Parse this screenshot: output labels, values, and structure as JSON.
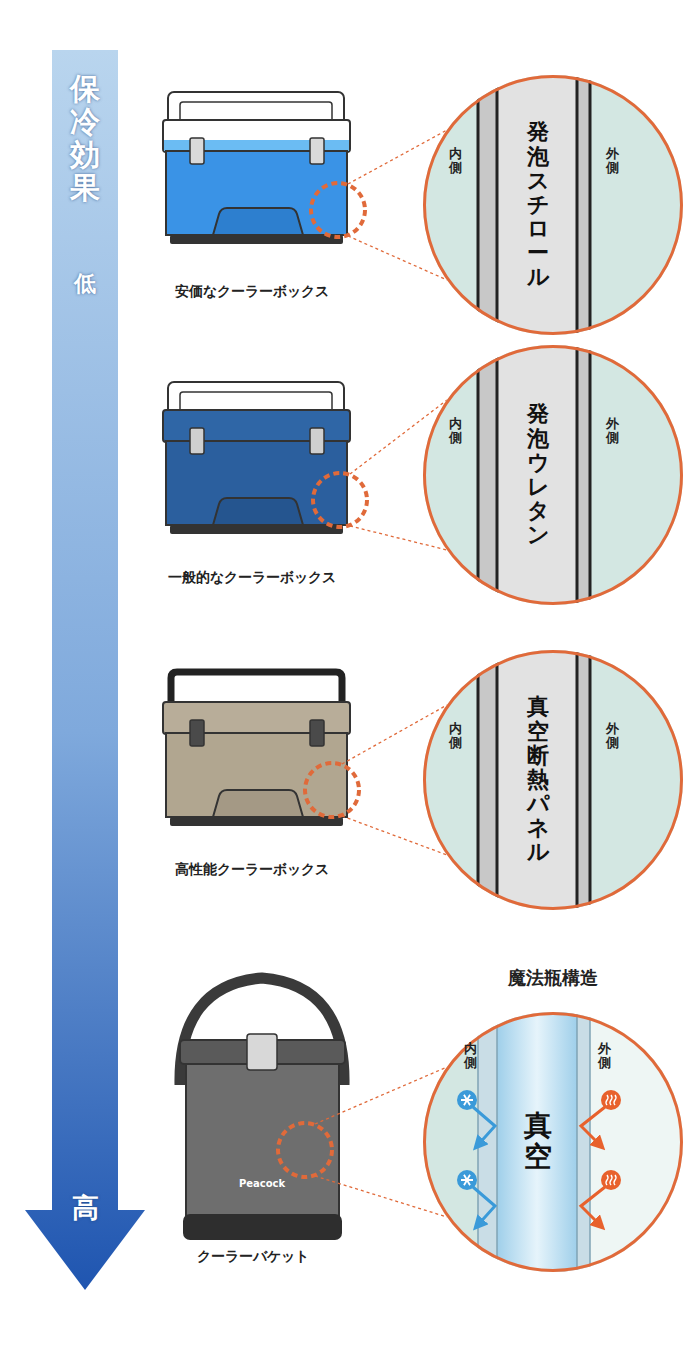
{
  "diagram": {
    "nodes": [
      {
        "text": [
          "保冷効果",
          "低",
          "高"
        ]
      },
      {
        "text": [
          "内側",
          "外側"
        ]
      },
      {
        "text": [
          "発泡スチロール"
        ],
        "in": 1
      },
      {
        "text": [
          "内側",
          "外側"
        ]
      },
      {
        "text": [
          "発泡ウレタン"
        ],
        "in": 3
      },
      {
        "text": [
          "内側",
          "外側"
        ]
      },
      {
        "text": [
          "真空断熱パネル"
        ],
        "in": 5
      },
      {
        "text": [
          "魔法瓶構造",
          "内側",
          "外側"
        ]
      },
      {
        "text": [
          "真空"
        ],
        "in": 7
      }
    ],
    "labels": [
      "安価なクーラーボックス",
      "一般的なクーラーボックス",
      "高性能クーラーボックス",
      "Peacock",
      "クーラーバケット"
    ]
  }
}
